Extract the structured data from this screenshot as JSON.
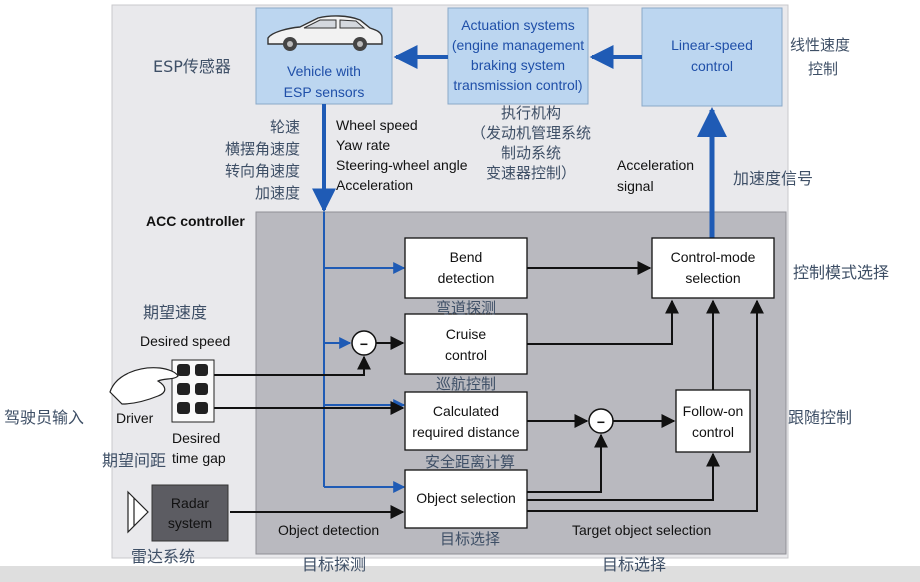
{
  "vehicle_box": {
    "line1": "Vehicle with",
    "line2": "ESP sensors"
  },
  "actuation_box": {
    "line1": "Actuation systems",
    "line2": "(engine management",
    "line3": "braking system",
    "line4": "transmission control)"
  },
  "linear_speed_box": {
    "line1": "Linear-speed",
    "line2": "control"
  },
  "esp_sensor_cn": "ESP传感器",
  "linear_speed_cn": {
    "line1": "线性速度",
    "line2": "控制"
  },
  "actuation_cn": {
    "line1": "执行机构",
    "line2": "（发动机管理系统",
    "line3": "制动系统",
    "line4": "变速器控制）"
  },
  "sensor_signals_en": [
    "Wheel speed",
    "Yaw rate",
    "Steering-wheel angle",
    "Acceleration"
  ],
  "sensor_signals_cn": [
    "轮速",
    "横摆角速度",
    "转向角速度",
    "加速度"
  ],
  "acceleration_signal": {
    "line1": "Acceleration",
    "line2": "signal"
  },
  "acceleration_signal_cn": "加速度信号",
  "acc_controller_label": "ACC controller",
  "bend_detection": {
    "line1": "Bend",
    "line2": "detection",
    "cn": "弯道探测"
  },
  "cruise_control": {
    "line1": "Cruise",
    "line2": "control",
    "cn": "巡航控制"
  },
  "required_distance": {
    "line1": "Calculated",
    "line2": "required distance",
    "cn": "安全距离计算"
  },
  "object_selection": {
    "label": "Object selection",
    "cn": "目标选择"
  },
  "control_mode": {
    "line1": "Control-mode",
    "line2": "selection",
    "cn": "控制模式选择"
  },
  "follow_on": {
    "line1": "Follow-on",
    "line2": "control",
    "cn": "跟随控制"
  },
  "desired_speed": {
    "cn": "期望速度",
    "en": "Desired speed"
  },
  "driver": {
    "en": "Driver",
    "cn": "驾驶员输入"
  },
  "desired_time_gap": {
    "line1": "Desired",
    "line2": "time gap",
    "cn": "期望间距"
  },
  "radar_system": {
    "line1": "Radar",
    "line2": "system",
    "cn": "雷达系统"
  },
  "object_detection": {
    "en": "Object detection",
    "cn": "目标探测"
  },
  "target_object_selection": {
    "en": "Target object selection",
    "cn": "目标选择"
  },
  "minus_sign": "−",
  "colors": {
    "accent_blue": "#1f5bb5",
    "box_blue": "#bcd6f0",
    "outer_gray": "#e9e9ec",
    "inner_gray": "#b9b9bf"
  }
}
